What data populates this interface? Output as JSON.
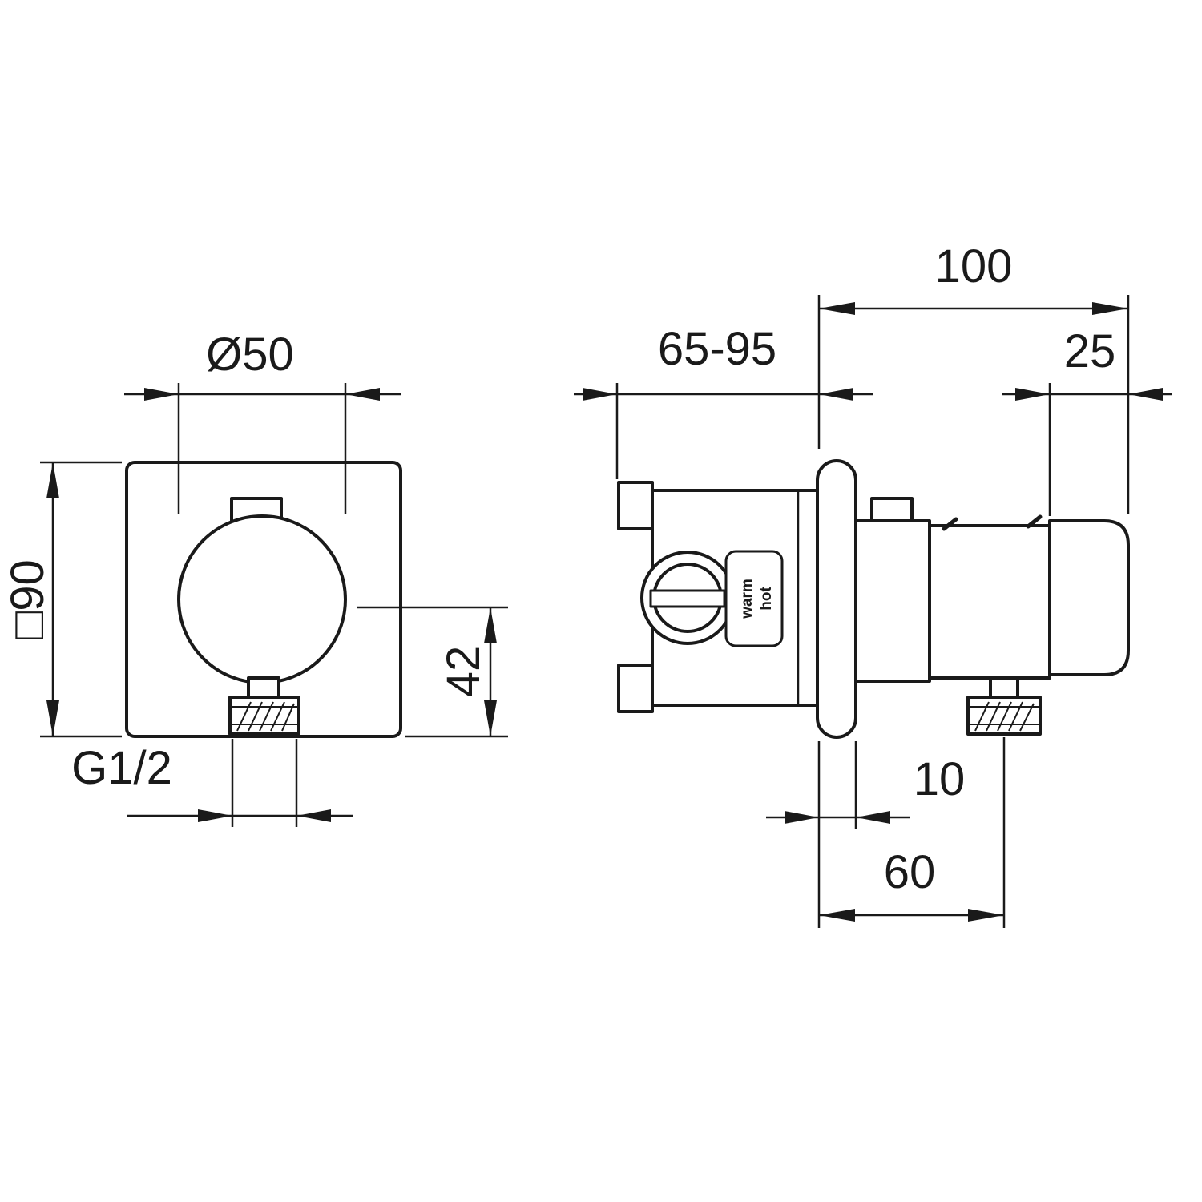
{
  "drawing": {
    "description": "Dimensional technical drawing of a concealed thermostatic shower mixer valve, front view and side view",
    "front_view": {
      "knob_diameter": "Ø50",
      "plate_size": "□90",
      "outlet_offset": "42",
      "thread": "G1/2"
    },
    "side_view": {
      "total_depth": "100",
      "installation_depth": "65-95",
      "handle_depth": "25",
      "plate_thickness": "10",
      "outlet_distance": "60",
      "marking_warm": "warm",
      "marking_hot": "hot"
    },
    "colors": {
      "line": "#1a1a1a",
      "background": "#ffffff"
    }
  }
}
